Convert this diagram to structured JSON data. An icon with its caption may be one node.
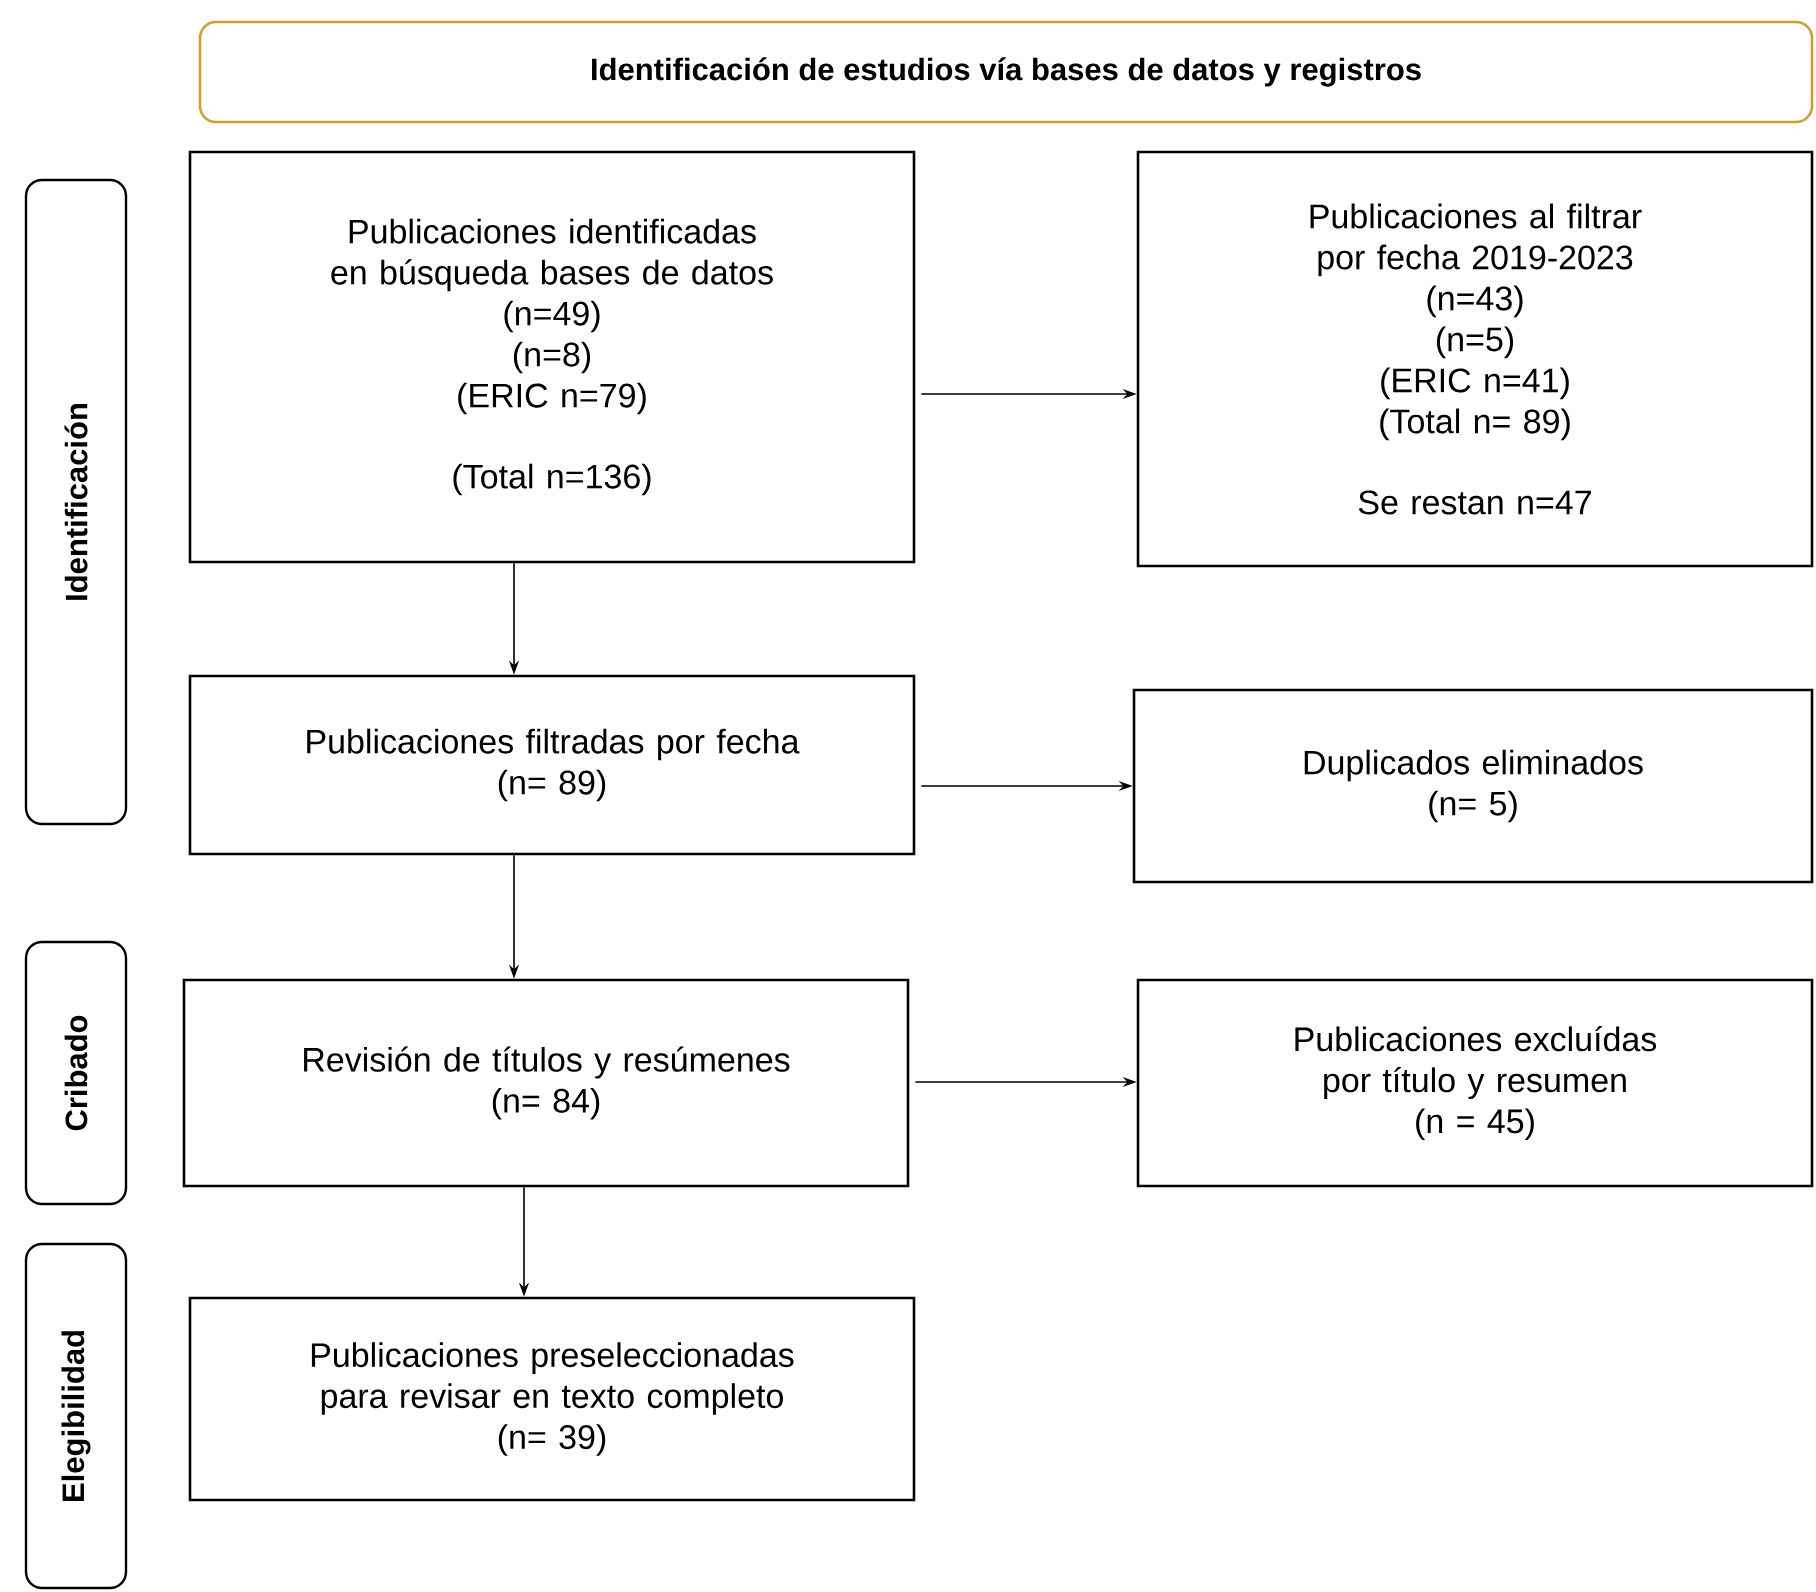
{
  "diagram": {
    "title": "Identificación de estudios vía bases de datos y registros",
    "nodes": [
      {
        "text": [
          "Identificación"
        ]
      },
      {
        "text": [
          "Cribado"
        ]
      },
      {
        "text": [
          "Elegibilidad"
        ]
      },
      {
        "text": [
          "Publicaciones identificadas en búsqueda bases de datos",
          "(n=49)",
          "(n=8)",
          "(ERIC n=79)",
          "(Total n=136)"
        ]
      },
      {
        "text": [
          "Publicaciones al filtrar por fecha 2019-2023",
          "(n=43)",
          "(n=5)",
          "(ERIC n=41)",
          "(Total n= 89)",
          "Se restan n=47"
        ]
      },
      {
        "text": [
          "Publicaciones filtradas por fecha",
          "(n= 89)"
        ]
      },
      {
        "text": [
          "Duplicados eliminados",
          "(n= 5)"
        ]
      },
      {
        "text": [
          "Revisión de títulos y resúmenes",
          "(n= 84)"
        ]
      },
      {
        "text": [
          "Publicaciones excluídas por título y resumen",
          "(n = 45)"
        ]
      },
      {
        "text": [
          "Publicaciones preseleccionadas para revisar en texto completo",
          "(n= 39)"
        ]
      }
    ],
    "edges": [
      {
        "from": 3,
        "to": 4,
        "arrow": "to"
      },
      {
        "from": 3,
        "to": 5,
        "arrow": "to"
      },
      {
        "from": 5,
        "to": 6,
        "arrow": "to"
      },
      {
        "from": 5,
        "to": 7,
        "arrow": "to"
      },
      {
        "from": 7,
        "to": 8,
        "arrow": "to"
      },
      {
        "from": 7,
        "to": 9,
        "arrow": "to"
      }
    ]
  }
}
